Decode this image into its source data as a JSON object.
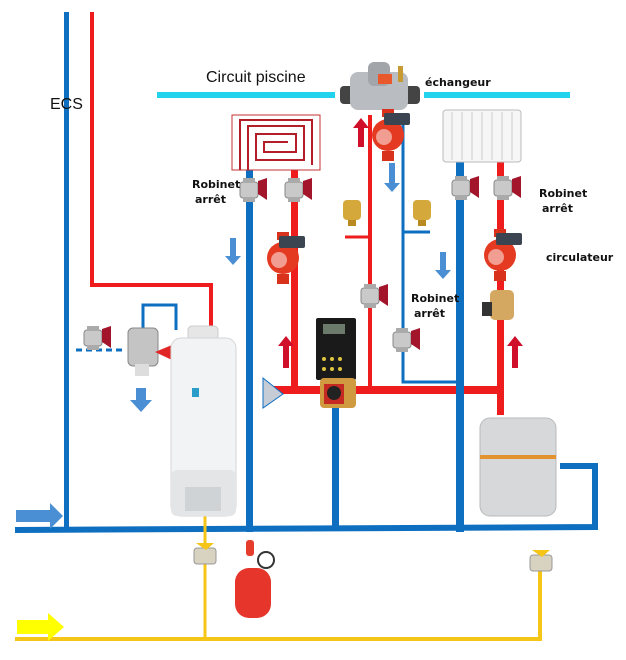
{
  "labels": {
    "circuit_piscine": "Circuit piscine",
    "echangeur": "échangeur",
    "ecs": "ECS",
    "robinet_left": [
      "Robinet",
      "arrêt"
    ],
    "robinet_right": [
      "Robinet",
      "arrêt"
    ],
    "robinet_middle": [
      "Robinet",
      "arrêt"
    ],
    "circulateur": "circulateur"
  },
  "colors": {
    "hot_pipe": "#ee1c1c",
    "cold_pipe": "#0e6fc1",
    "pool_pipe": "#22d3ee",
    "gas_pipe": "#f5c518",
    "flow_arrow_blue": "#4a8fd4",
    "flow_arrow_red": "#d0102a",
    "gas_arrow": "#ffff00"
  },
  "icons": [
    "heat-exchanger-icon",
    "circulator-pump-icon",
    "ball-valve-icon",
    "air-vent-icon",
    "controller-icon",
    "mixing-valve-icon",
    "water-heater-icon",
    "boiler-icon",
    "expansion-vessel-icon",
    "floor-heating-icon",
    "radiator-icon",
    "safety-group-icon",
    "gas-valve-icon"
  ]
}
